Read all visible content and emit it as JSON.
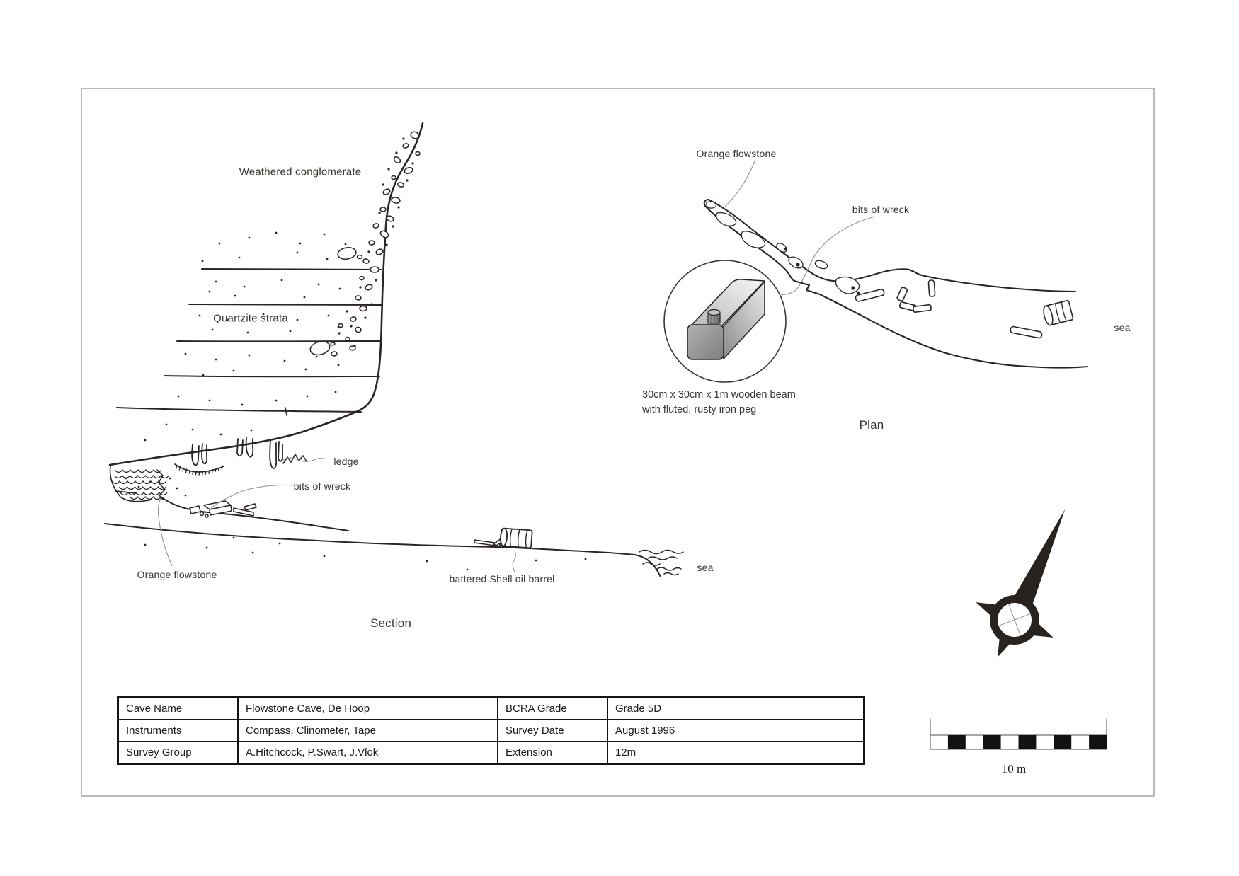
{
  "drawing": {
    "section": {
      "title": "Section",
      "labels": {
        "weathered": "Weathered conglomerate",
        "quartzite": "Quartzite strata",
        "ledge": "ledge",
        "wreck": "bits of wreck",
        "flowstone": "Orange flowstone",
        "barrel": "battered Shell oil barrel",
        "sea": "sea"
      }
    },
    "plan": {
      "title": "Plan",
      "labels": {
        "flowstone": "Orange flowstone",
        "wreck": "bits of wreck",
        "sea": "sea"
      },
      "inset_caption_line1": "30cm x 30cm x 1m wooden beam",
      "inset_caption_line2": "with fluted, rusty iron peg"
    }
  },
  "scale_bar": {
    "label": "10 m",
    "segments": 10
  },
  "info_table": {
    "rows": [
      {
        "c0": "Cave Name",
        "c1": "Flowstone Cave, De Hoop",
        "c2": "BCRA Grade",
        "c3": "Grade 5D"
      },
      {
        "c0": "Instruments",
        "c1": "Compass, Clinometer, Tape",
        "c2": "Survey Date",
        "c3": "August 1996"
      },
      {
        "c0": "Survey Group",
        "c1": "A.Hitchcock, P.Swart, J.Vlok",
        "c2": "Extension",
        "c3": "12m"
      }
    ]
  },
  "colors": {
    "ink": "#2a2522",
    "leader": "#8f8f8f",
    "text": "#39342f"
  }
}
